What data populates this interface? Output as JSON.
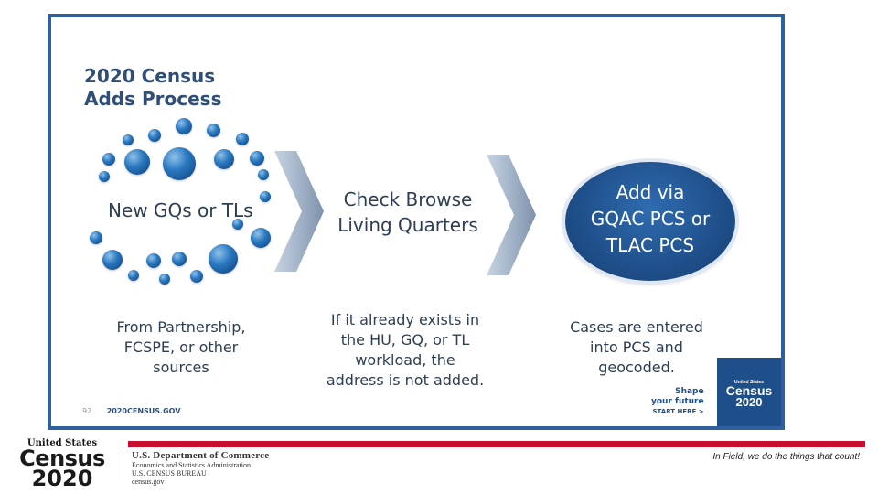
{
  "slide": {
    "title_line1": "2020 Census",
    "title_line2": "Adds Process",
    "step1": "New GQs or TLs",
    "step2_line1": "Check Browse",
    "step2_line2": "Living Quarters",
    "step3_line1": "Add via",
    "step3_line2": "GQAC PCS or",
    "step3_line3": "TLAC PCS",
    "note1": [
      "From Partnership,",
      "FCSPE, or other",
      "sources"
    ],
    "note2": [
      "If it already exists in",
      "the HU, GQ, or TL",
      "workload, the",
      "address is not added."
    ],
    "note3": [
      "Cases are entered",
      "into PCS and",
      "geocoded."
    ],
    "page_number": "92",
    "footer_url": "2020CENSUS.GOV",
    "shape_line1": "Shape",
    "shape_line2": "your future",
    "shape_line3": "START HERE >",
    "badge_us": "United States",
    "badge_census": "Census",
    "badge_year": "2020"
  },
  "footer": {
    "logo_us": "United States",
    "logo_census": "Census",
    "logo_year": "2020",
    "dept_line1": "U.S. Department of Commerce",
    "dept_line2": "Economics and Statistics Administration",
    "dept_line3": "U.S. CENSUS BUREAU",
    "dept_line4": "census.gov",
    "tagline": "In Field, we do the things that count!"
  },
  "colors": {
    "brand_navy": "#1f4f8a",
    "accent_red": "#c8102e",
    "title_blue": "#2e4f7a"
  }
}
